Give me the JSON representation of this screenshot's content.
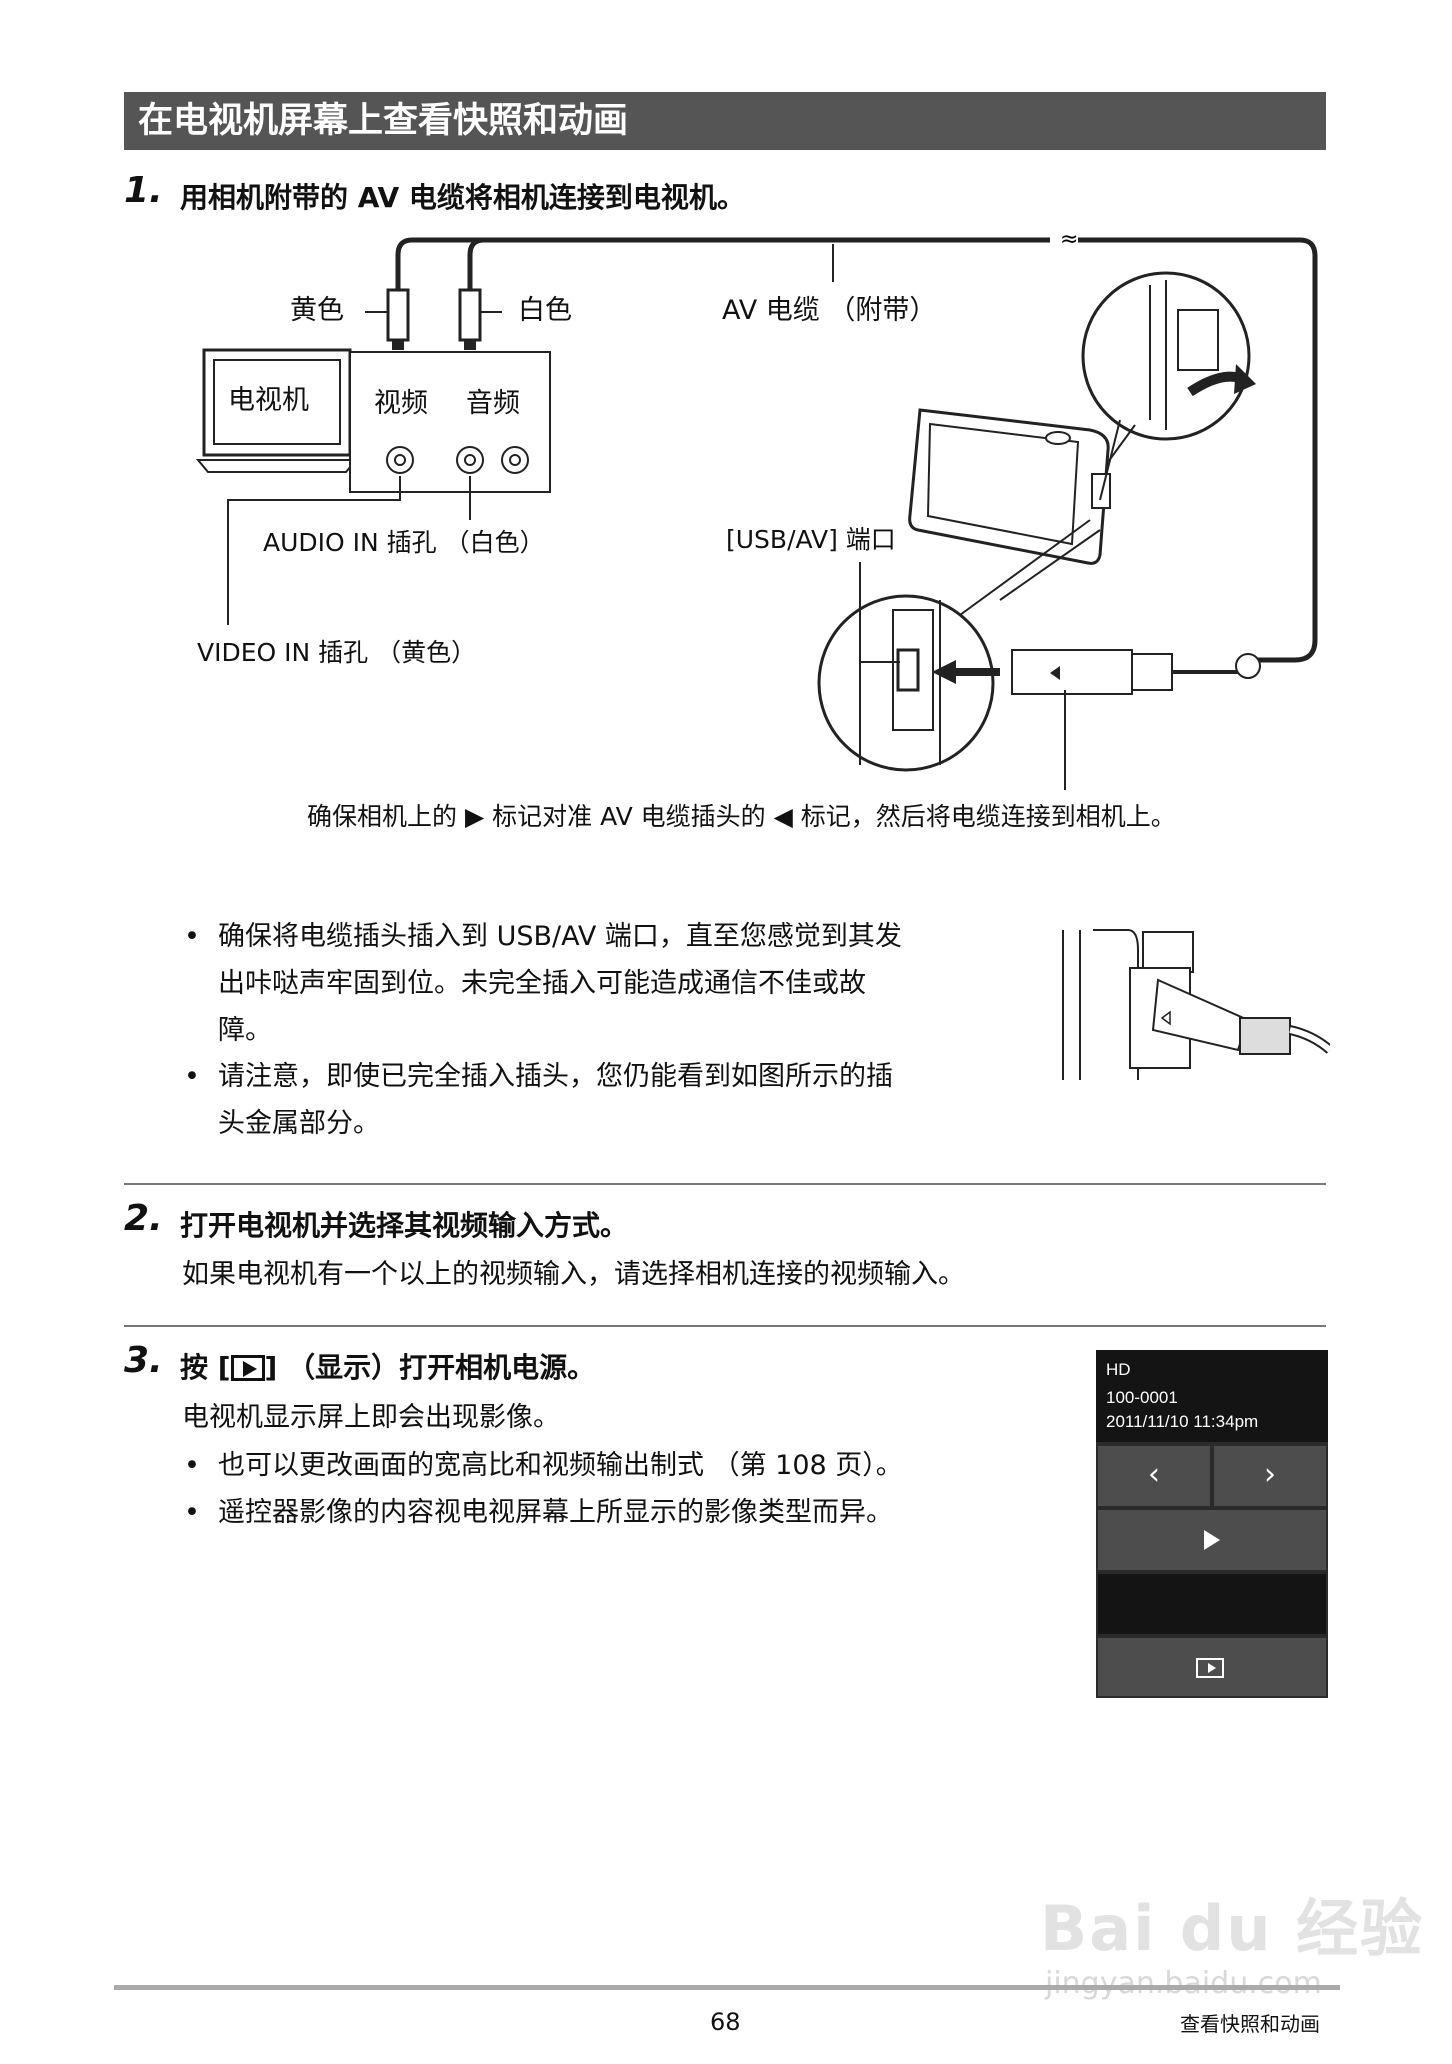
{
  "section_title": "在电视机屏幕上查看快照和动画",
  "step1": {
    "num": "1.",
    "title": "用相机附带的 AV 电缆将相机连接到电视机。",
    "diagram": {
      "yellow": "黄色",
      "white": "白色",
      "av_cable": "AV 电缆 （附带）",
      "tv": "电视机",
      "video": "视频",
      "audio": "音频",
      "audio_in": "AUDIO IN 插孔 （白色）",
      "video_in": "VIDEO IN 插孔 （黄色）",
      "usb_port": "[USB/AV] 端口",
      "caption": "确保相机上的 ▶ 标记对准 AV 电缆插头的 ◀ 标记，然后将电缆连接到相机上。"
    },
    "bullets": [
      [
        "确保将电缆插头插入到 USB/AV 端口，直至您感觉到其发",
        "出咔哒声牢固到位。未完全插入可能造成通信不佳或故",
        "障。"
      ],
      [
        "请注意，即使已完全插入插头，您仍能看到如图所示的插",
        "头金属部分。"
      ]
    ]
  },
  "step2": {
    "num": "2.",
    "title": "打开电视机并选择其视频输入方式。",
    "body": "如果电视机有一个以上的视频输入，请选择相机连接的视频输入。"
  },
  "step3": {
    "num": "3.",
    "title_pre": "按 [",
    "title_post": "] （显示）打开相机电源。",
    "body": "电视机显示屏上即会出现影像。",
    "bullets": [
      "也可以更改画面的宽高比和视频输出制式 （第 108 页）。",
      "遥控器影像的内容视电视屏幕上所显示的影像类型而异。"
    ],
    "screen": {
      "quality": "HD",
      "file": "100-0001",
      "datetime": "2011/11/10 11:34pm"
    }
  },
  "footer": {
    "page": "68",
    "section": "查看快照和动画"
  },
  "watermark": {
    "brand": "Bai du 经验",
    "url": "jingyan.baidu.com"
  }
}
